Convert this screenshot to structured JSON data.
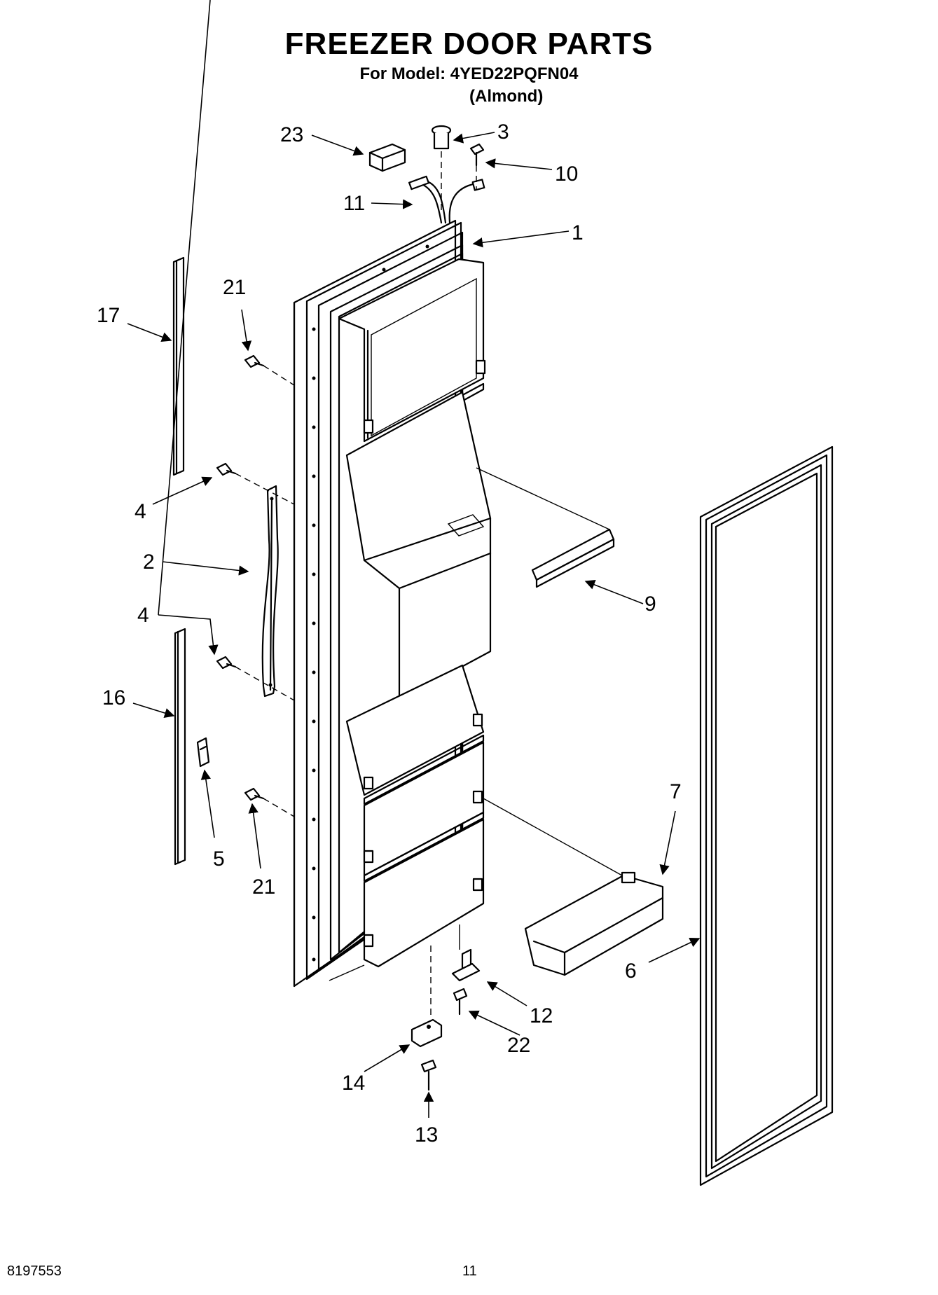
{
  "header": {
    "title": "FREEZER DOOR PARTS",
    "model_line": "For Model: 4YED22PQFN04",
    "color_note": "(Almond)"
  },
  "footer": {
    "doc_number": "8197553",
    "page_number": "11"
  },
  "callouts": [
    {
      "id": "23",
      "label": "23"
    },
    {
      "id": "3",
      "label": "3"
    },
    {
      "id": "10",
      "label": "10"
    },
    {
      "id": "11",
      "label": "11"
    },
    {
      "id": "1",
      "label": "1"
    },
    {
      "id": "21a",
      "label": "21"
    },
    {
      "id": "17",
      "label": "17"
    },
    {
      "id": "4a",
      "label": "4"
    },
    {
      "id": "2",
      "label": "2"
    },
    {
      "id": "4b",
      "label": "4"
    },
    {
      "id": "16",
      "label": "16"
    },
    {
      "id": "5",
      "label": "5"
    },
    {
      "id": "21b",
      "label": "21"
    },
    {
      "id": "9",
      "label": "9"
    },
    {
      "id": "7",
      "label": "7"
    },
    {
      "id": "6",
      "label": "6"
    },
    {
      "id": "12",
      "label": "12"
    },
    {
      "id": "22",
      "label": "22"
    },
    {
      "id": "14",
      "label": "14"
    },
    {
      "id": "13",
      "label": "13"
    }
  ]
}
